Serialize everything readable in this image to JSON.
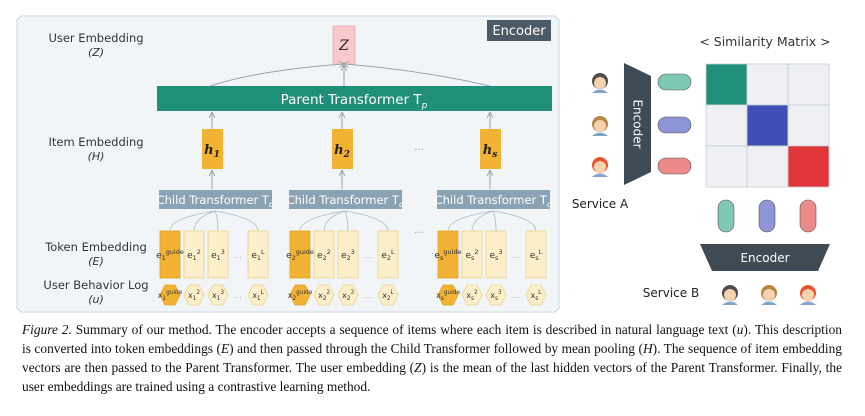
{
  "encoder": {
    "title": "Encoder",
    "labels": {
      "user_embedding": "User Embedding",
      "user_embedding_sym": "(Z)",
      "item_embedding": "Item Embedding",
      "item_embedding_sym": "(H)",
      "token_embedding": "Token Embedding",
      "token_embedding_sym": "(E)",
      "behavior_log": "User Behavior Log",
      "behavior_log_sym": "(u)"
    },
    "z_box": "Z",
    "parent_transformer": "Parent Transformer T",
    "parent_sub": "p",
    "child_transformer": "Child Transformer T",
    "child_sub": "c",
    "ellipsis": "...",
    "items": [
      {
        "h_label": "h",
        "h_sub": "1",
        "tokens": [
          {
            "base": "e",
            "sub": "1",
            "sup": "guide"
          },
          {
            "base": "e",
            "sub": "1",
            "sup": "2"
          },
          {
            "base": "e",
            "sub": "1",
            "sup": "3"
          },
          {
            "base": "e",
            "sub": "1",
            "sup": "L"
          }
        ],
        "logs": [
          {
            "base": "x",
            "sub": "1",
            "sup": "guide"
          },
          {
            "base": "x",
            "sub": "1",
            "sup": "2"
          },
          {
            "base": "x",
            "sub": "1",
            "sup": "3"
          },
          {
            "base": "x",
            "sub": "1",
            "sup": "L"
          }
        ]
      },
      {
        "h_label": "h",
        "h_sub": "2",
        "tokens": [
          {
            "base": "e",
            "sub": "2",
            "sup": "guide"
          },
          {
            "base": "e",
            "sub": "2",
            "sup": "2"
          },
          {
            "base": "e",
            "sub": "2",
            "sup": "3"
          },
          {
            "base": "e",
            "sub": "2",
            "sup": "L"
          }
        ],
        "logs": [
          {
            "base": "x",
            "sub": "2",
            "sup": "guide"
          },
          {
            "base": "x",
            "sub": "2",
            "sup": "2"
          },
          {
            "base": "x",
            "sub": "2",
            "sup": "3"
          },
          {
            "base": "x",
            "sub": "2",
            "sup": "L"
          }
        ]
      },
      {
        "h_label": "h",
        "h_sub": "s",
        "tokens": [
          {
            "base": "e",
            "sub": "s",
            "sup": "guide"
          },
          {
            "base": "e",
            "sub": "s",
            "sup": "2"
          },
          {
            "base": "e",
            "sub": "s",
            "sup": "3"
          },
          {
            "base": "e",
            "sub": "s",
            "sup": "L"
          }
        ],
        "logs": [
          {
            "base": "x",
            "sub": "s",
            "sup": "guide"
          },
          {
            "base": "x",
            "sub": "s",
            "sup": "2"
          },
          {
            "base": "x",
            "sub": "s",
            "sup": "3"
          },
          {
            "base": "x",
            "sub": "s",
            "sup": "L"
          }
        ]
      }
    ]
  },
  "similarity": {
    "title": "< Similarity Matrix >",
    "encoder_label": "Encoder",
    "service_a": "Service A",
    "service_b": "Service B",
    "user_colors": [
      "#7fc8b4",
      "#8e95d6",
      "#ec8a8a"
    ],
    "matrix_diag_colors": [
      "#1f8f7a",
      "#3f4fb8",
      "#e0363a"
    ]
  },
  "colors": {
    "accent_teal": "#1f8f7a",
    "child_box": "#8aa3b4",
    "guide_token": "#f2b233",
    "token": "#fcefc9",
    "z_box": "#f9c9cf",
    "encoder_dark": "#3e4a54"
  },
  "caption": {
    "fig_label": "Figure 2.",
    "text": [
      " Summary of our method. The encoder accepts a sequence of items where each item is described in natural language text (",
      "u",
      "). This description is converted into token embeddings (",
      "E",
      ") and then passed through the Child Transformer followed by mean pooling (",
      "H",
      "). The sequence of item embedding vectors are then passed to the Parent Transformer. The user embedding (",
      "Z",
      ") is the mean of the last hidden vectors of the Parent Transformer. Finally, the user embeddings are trained using a contrastive learning method."
    ]
  }
}
